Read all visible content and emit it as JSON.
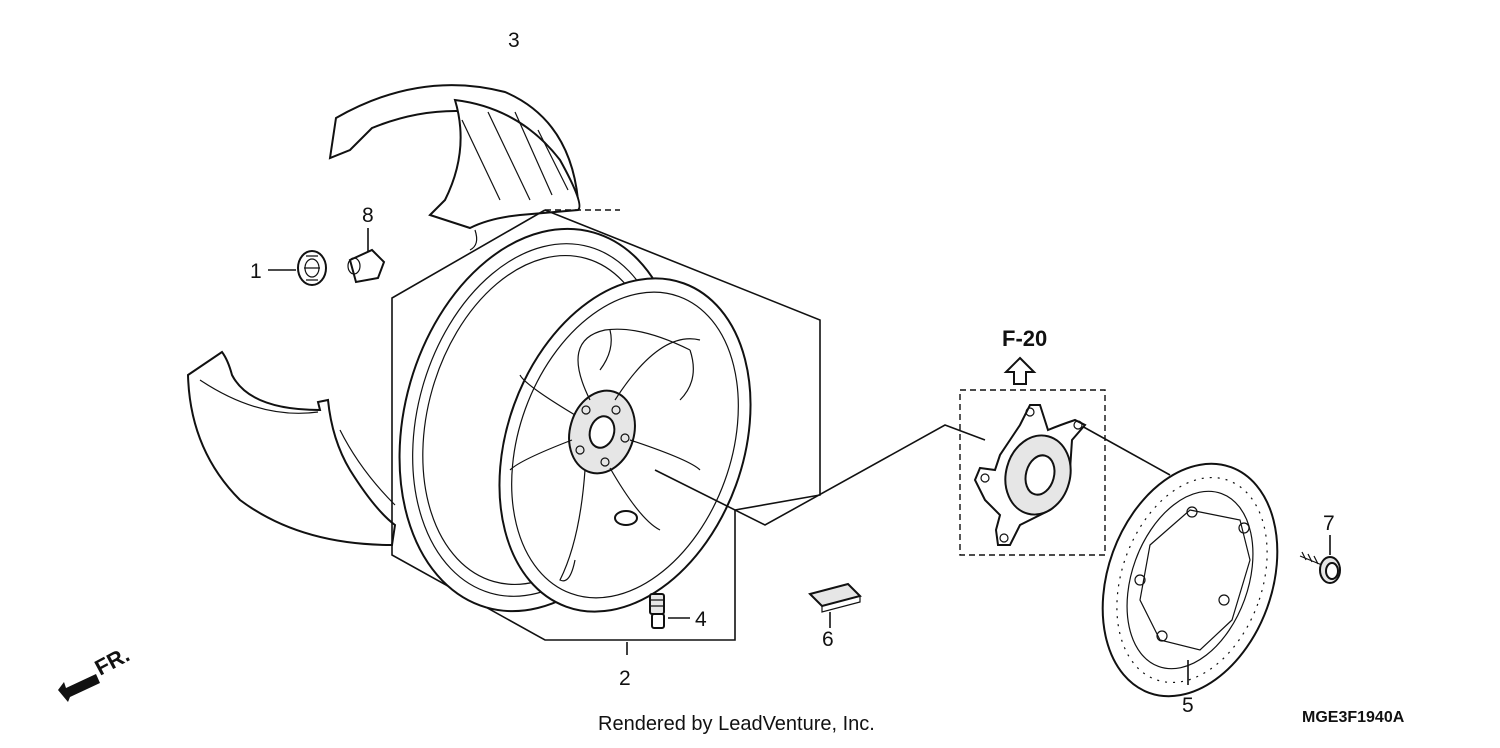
{
  "callouts": {
    "c1": "1",
    "c2": "2",
    "c3": "3",
    "c4": "4",
    "c5": "5",
    "c6": "6",
    "c7": "7",
    "c8": "8"
  },
  "reference": "F-20",
  "direction": "FR.",
  "credit": "Rendered by LeadVenture, Inc.",
  "diagram_code": "MGE3F1940A"
}
